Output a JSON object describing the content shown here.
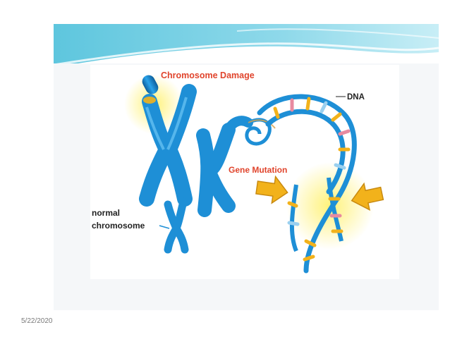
{
  "slide": {
    "date": "5/22/2020"
  },
  "figure": {
    "labels": {
      "chromosome_damage": "Chromosome Damage",
      "dna": "DNA",
      "gene_mutation": "Gene Mutation",
      "normal_line1": "normal",
      "normal_line2": "chromosome"
    },
    "colors": {
      "chromosome_blue": "#1e8fd6",
      "chromosome_dark": "#0d5e9c",
      "label_red": "#e0442c",
      "label_dark": "#222222",
      "arrow_yellow": "#f2b21b",
      "glow_yellow": "#fff27a",
      "header_teal": "#5ec6de"
    },
    "icons": [
      "arrow-right-icon",
      "arrow-left-icon"
    ]
  }
}
